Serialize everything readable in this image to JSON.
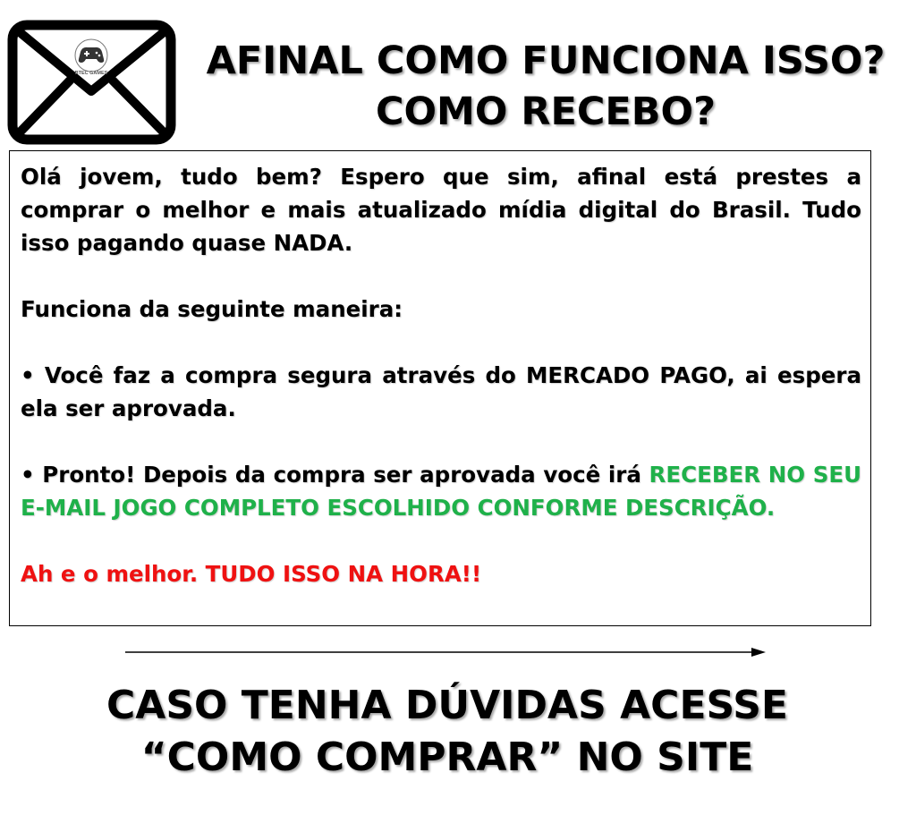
{
  "logo": {
    "icon": "envelope-icon",
    "brand_text": "BTEC GAMES"
  },
  "header": {
    "line1": "AFINAL COMO FUNCIONA ISSO?",
    "line2": "COMO RECEBO?"
  },
  "body": {
    "intro": "Olá jovem, tudo bem? Espero que sim, afinal está prestes a comprar o melhor e mais atualizado mídia digital do Brasil. Tudo isso pagando quase NADA.",
    "subheading": "Funciona da seguinte maneira:",
    "bullet1": "• Você faz a compra segura através do MERCADO PAGO, ai espera ela ser aprovada.",
    "bullet2_prefix": "• Pronto! Depois da compra ser aprovada você irá ",
    "bullet2_highlight": "RECEBER NO SEU E-MAIL JOGO COMPLETO ESCOLHIDO CONFORME DESCRIÇÃO.",
    "closing": "Ah e o melhor. TUDO ISSO NA HORA!!"
  },
  "footer": {
    "line1": "CASO TENHA DÚVIDAS ACESSE",
    "line2": "“COMO COMPRAR” NO SITE"
  },
  "colors": {
    "highlight_green": "#1fb14a",
    "highlight_red": "#ef1111",
    "text": "#000000"
  }
}
